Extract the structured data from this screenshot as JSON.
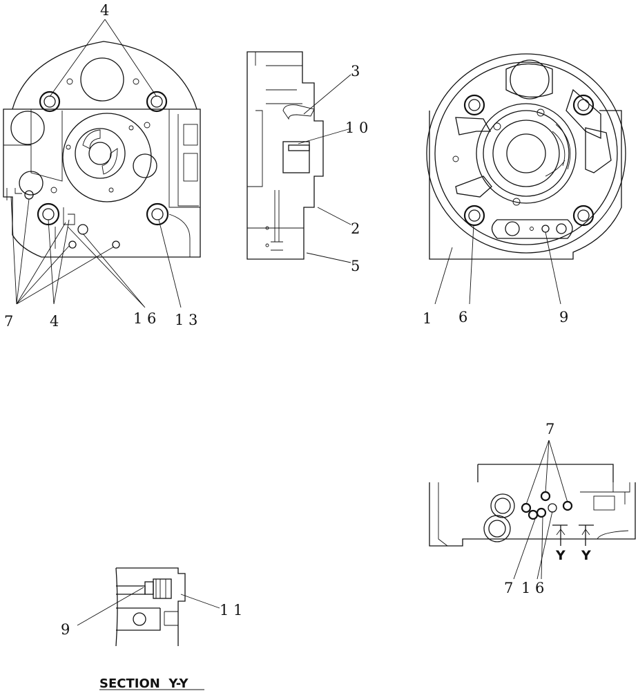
{
  "labels": {
    "front_view": {
      "top_4": "4",
      "bottom_7": "7",
      "bottom_4": "4",
      "bottom_16": "1 6",
      "bottom_13": "1 3"
    },
    "side_view": {
      "p3": "3",
      "p10": "1 0",
      "p2": "2",
      "p5": "5"
    },
    "rear_view": {
      "p1": "1",
      "p6": "6",
      "p9": "9"
    },
    "bottom_view": {
      "top_7": "7",
      "bottom_7": "7",
      "bottom_16": "1 6",
      "section_mark_left": "Y",
      "section_mark_right": "Y"
    },
    "section_view": {
      "p9": "9",
      "p11": "1 1",
      "title": "SECTION  Y-Y"
    }
  }
}
